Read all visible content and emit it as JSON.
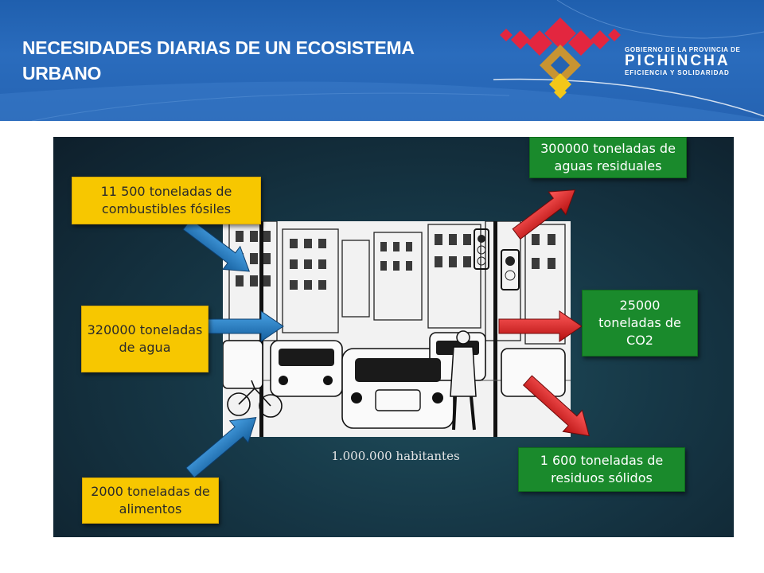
{
  "header": {
    "title": "NECESIDADES DIARIAS DE UN ECOSISTEMA URBANO",
    "logo": {
      "line1": "GOBIERNO DE LA PROVINCIA DE",
      "line2": "PICHINCHA",
      "line3": "EFICIENCIA Y SOLIDARIDAD"
    }
  },
  "inputs": [
    {
      "label": "11 500 toneladas de combustibles fósiles"
    },
    {
      "label": "320000 toneladas de agua"
    },
    {
      "label": "2000 toneladas de alimentos"
    }
  ],
  "outputs": [
    {
      "label": "300000 toneladas de aguas residuales"
    },
    {
      "label": "25000 toneladas de CO2"
    },
    {
      "label": "1 600 toneladas de residuos sólidos"
    }
  ],
  "caption": "1.000.000 habitantes",
  "colors": {
    "header_blue": "#2563b2",
    "input_box": "#f7c700",
    "output_box": "#1a8a2c",
    "input_arrow": "#1f6fb4",
    "output_arrow": "#d81e1e"
  }
}
